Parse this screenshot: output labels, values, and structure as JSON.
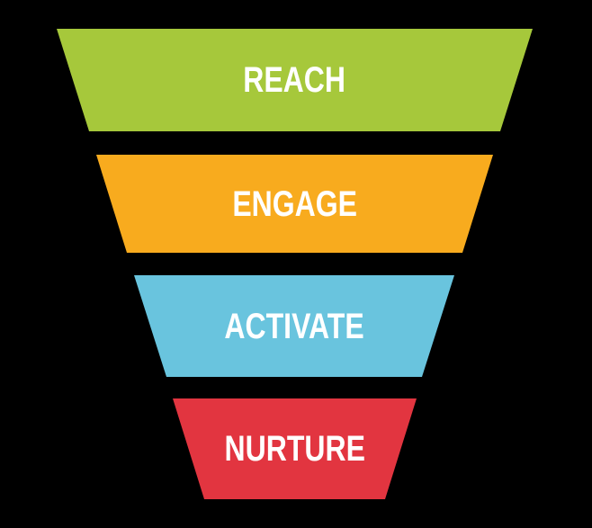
{
  "diagram": {
    "type": "funnel",
    "background_color": "#000000",
    "label_color": "#FFFFFF",
    "stages": [
      {
        "label": "REACH",
        "color": "#A6C83B"
      },
      {
        "label": "ENGAGE",
        "color": "#F8AB1E"
      },
      {
        "label": "ACTIVATE",
        "color": "#69C4DE"
      },
      {
        "label": "NURTURE",
        "color": "#E23540"
      }
    ]
  }
}
